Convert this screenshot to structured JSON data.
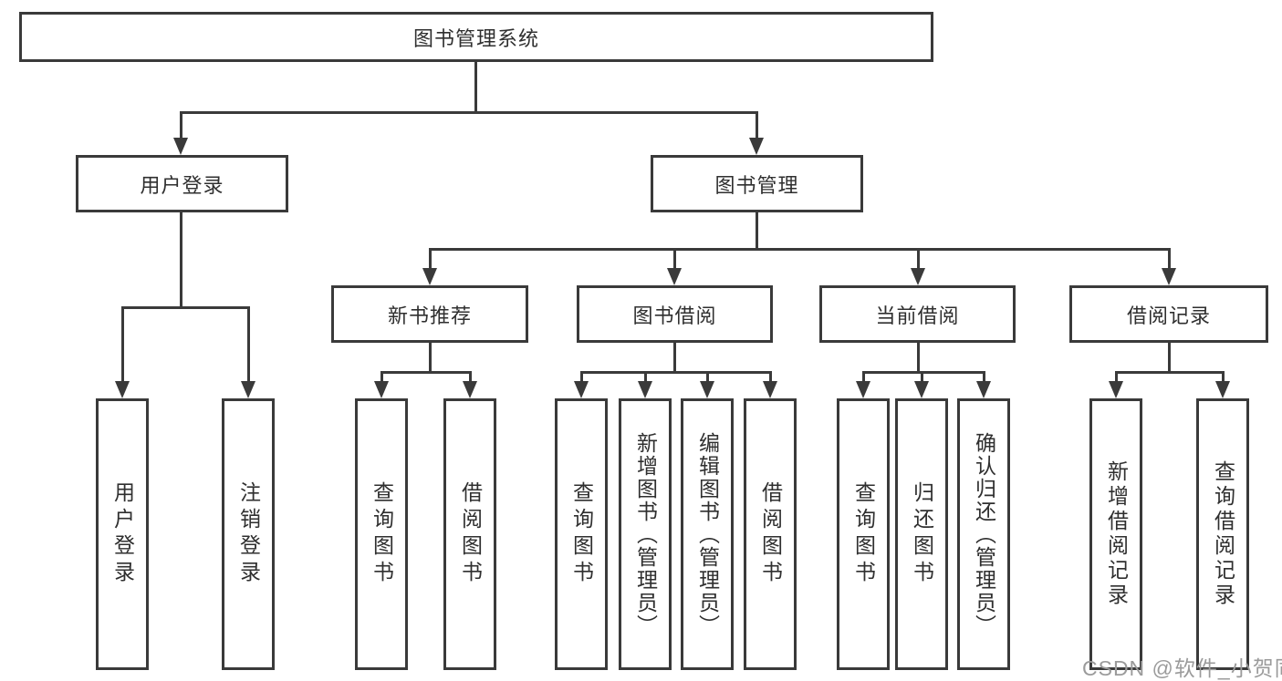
{
  "diagram_title": "图书管理系统",
  "tree": {
    "root": {
      "label": "图书管理系统"
    },
    "level2": [
      {
        "label": "用户登录"
      },
      {
        "label": "图书管理"
      }
    ],
    "level3": [
      {
        "label": "新书推荐"
      },
      {
        "label": "图书借阅"
      },
      {
        "label": "当前借阅"
      },
      {
        "label": "借阅记录"
      }
    ],
    "groups": [
      {
        "items": [
          {
            "label": "用户登录"
          },
          {
            "label": "注销登录"
          }
        ]
      },
      {
        "items": [
          {
            "label": "查询图书"
          },
          {
            "label": "借阅图书"
          }
        ]
      },
      {
        "items": [
          {
            "label": "查询图书"
          },
          {
            "label": "新增图书（管理员）"
          },
          {
            "label": "编辑图书（管理员）"
          },
          {
            "label": "借阅图书"
          }
        ]
      },
      {
        "items": [
          {
            "label": "查询图书"
          },
          {
            "label": "归还图书"
          },
          {
            "label": "确认归还（管理员）"
          }
        ]
      },
      {
        "items": [
          {
            "label": "新增借阅记录"
          },
          {
            "label": "查询借阅记录"
          }
        ]
      }
    ]
  },
  "watermark": {
    "text": "CSDN @软件_小贺同学"
  },
  "colors": {
    "line": "#3a3a3a",
    "box_border": "#3a3a3a",
    "text": "#2f2f2f",
    "watermark": "#9b9b9b",
    "background": "#ffffff"
  }
}
